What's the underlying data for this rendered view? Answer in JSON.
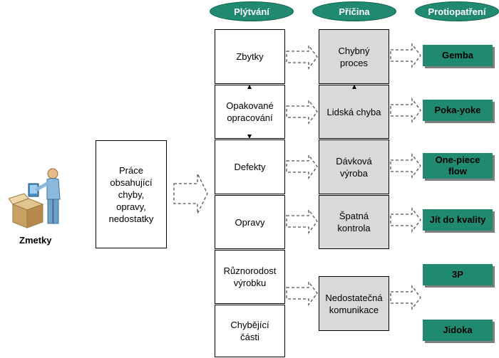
{
  "headers": {
    "waste": "Plýtvání",
    "cause": "Příčina",
    "countermeasure": "Protiopatření"
  },
  "person_label": "Zmetky",
  "source_box": "Práce\nobsahující\nchyby,\nopravy,\nnedostatky",
  "waste_items": [
    "Zbytky",
    "Opakované\nopracování",
    "Defekty",
    "Opravy",
    "Různorodost\nvýrobku",
    "Chybějící\nčásti"
  ],
  "causes": [
    "Chybný\nproces",
    "Lidská chyba",
    "Dávková\nvýroba",
    "Špatná\nkontrola",
    "Nedostatečná\nkomunikace"
  ],
  "countermeasures": [
    "Gemba",
    "Poka-yoke",
    "One-piece\nflow",
    "Jít do kvality",
    "3P",
    "Jidoka"
  ],
  "colors": {
    "accent": "#1f8a6f",
    "cause_fill": "#d9d9d9"
  },
  "icons": {
    "person": "worker-with-box-icon"
  }
}
